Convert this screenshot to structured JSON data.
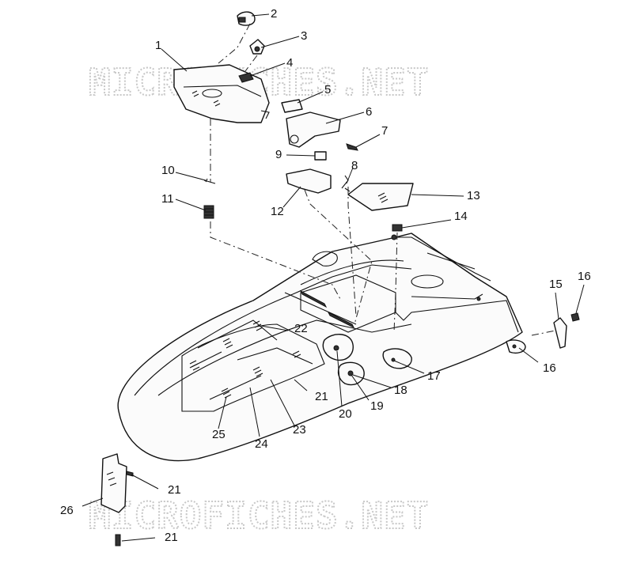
{
  "watermark": {
    "top": "MICROFICHES.NET",
    "bottom": "MICROFICHES.NET"
  },
  "callouts": [
    "1",
    "2",
    "3",
    "4",
    "5",
    "6",
    "7",
    "8",
    "9",
    "10",
    "11",
    "12",
    "13",
    "14",
    "15",
    "16",
    "16",
    "17",
    "18",
    "19",
    "20",
    "21",
    "21",
    "21",
    "22",
    "23",
    "24",
    "25",
    "26"
  ]
}
